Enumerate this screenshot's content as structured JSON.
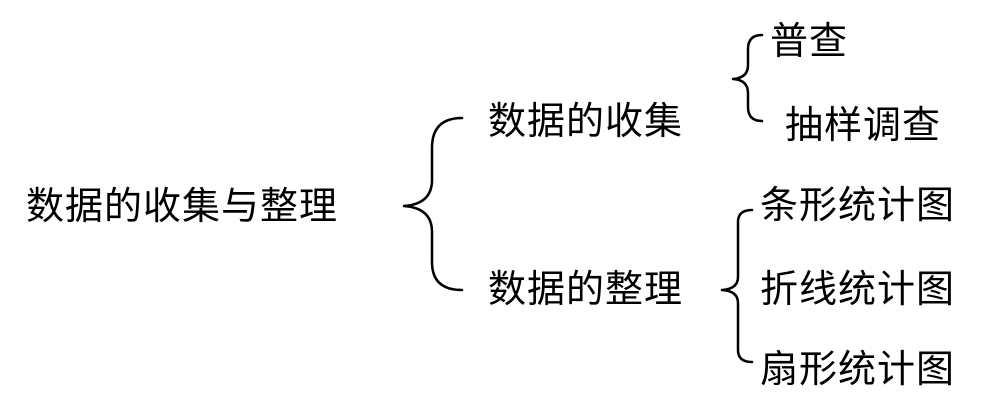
{
  "diagram": {
    "root": {
      "label": "数据的收集与整理"
    },
    "branches": [
      {
        "label": "数据的收集",
        "children": [
          "普查",
          "抽样调查"
        ]
      },
      {
        "label": "数据的整理",
        "children": [
          "条形统计图",
          "折线统计图",
          "扇形统计图"
        ]
      }
    ]
  }
}
